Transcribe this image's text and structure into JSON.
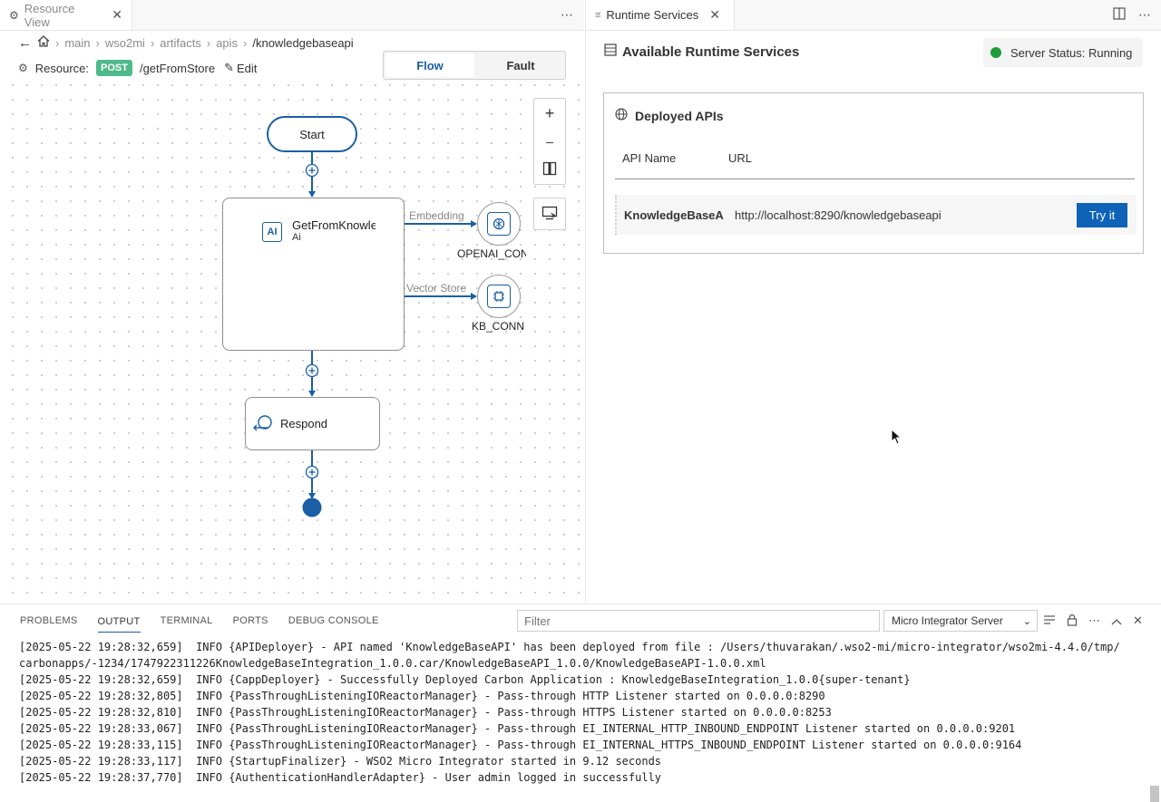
{
  "left_tab": {
    "title": "Resource View"
  },
  "breadcrumb": [
    "main",
    "wso2mi",
    "artifacts",
    "apis",
    "/knowledgebaseapi"
  ],
  "resource": {
    "label": "Resource:",
    "method": "POST",
    "path": "/getFromStore",
    "edit_label": "Edit"
  },
  "view_toggle": {
    "flow": "Flow",
    "fault": "Fault"
  },
  "diagram": {
    "start": "Start",
    "ai_node": {
      "title": "GetFromKnowledge",
      "subtitle": "Ai",
      "icon": "AI"
    },
    "embedding_label": "Embedding",
    "vector_store_label": "Vector Store",
    "embedding_connection": "OPENAI_CONN",
    "vector_connection": "KB_CONN",
    "respond": "Respond"
  },
  "right_tab": {
    "title": "Runtime Services"
  },
  "runtime": {
    "header": "Available Runtime Services",
    "server_status": "Server Status: Running",
    "status_color": "#1f9d3a",
    "deployed_title": "Deployed APIs",
    "col_name": "API Name",
    "col_url": "URL",
    "apis": [
      {
        "name": "KnowledgeBaseAPI",
        "url": "http://localhost:8290/knowledgebaseapi",
        "action": "Try it"
      }
    ]
  },
  "panel": {
    "tabs": [
      "PROBLEMS",
      "OUTPUT",
      "TERMINAL",
      "PORTS",
      "DEBUG CONSOLE"
    ],
    "active_tab": "OUTPUT",
    "filter_placeholder": "Filter",
    "channel": "Micro Integrator Server",
    "log_lines": [
      "[2025-05-22 19:28:32,659]  INFO {APIDeployer} - API named 'KnowledgeBaseAPI' has been deployed from file : /Users/thuvarakan/.wso2-mi/micro-integrator/wso2mi-4.4.0/tmp/",
      "carbonapps/-1234/1747922311226KnowledgeBaseIntegration_1.0.0.car/KnowledgeBaseAPI_1.0.0/KnowledgeBaseAPI-1.0.0.xml",
      "[2025-05-22 19:28:32,659]  INFO {CappDeployer} - Successfully Deployed Carbon Application : KnowledgeBaseIntegration_1.0.0{super-tenant}",
      "[2025-05-22 19:28:32,805]  INFO {PassThroughListeningIOReactorManager} - Pass-through HTTP Listener started on 0.0.0.0:8290",
      "[2025-05-22 19:28:32,810]  INFO {PassThroughListeningIOReactorManager} - Pass-through HTTPS Listener started on 0.0.0.0:8253",
      "[2025-05-22 19:28:33,067]  INFO {PassThroughListeningIOReactorManager} - Pass-through EI_INTERNAL_HTTP_INBOUND_ENDPOINT Listener started on 0.0.0.0:9201",
      "[2025-05-22 19:28:33,115]  INFO {PassThroughListeningIOReactorManager} - Pass-through EI_INTERNAL_HTTPS_INBOUND_ENDPOINT Listener started on 0.0.0.0:9164",
      "[2025-05-22 19:28:33,117]  INFO {StartupFinalizer} - WSO2 Micro Integrator started in 9.12 seconds",
      "[2025-05-22 19:28:37,770]  INFO {AuthenticationHandlerAdapter} - User admin logged in successfully"
    ]
  }
}
